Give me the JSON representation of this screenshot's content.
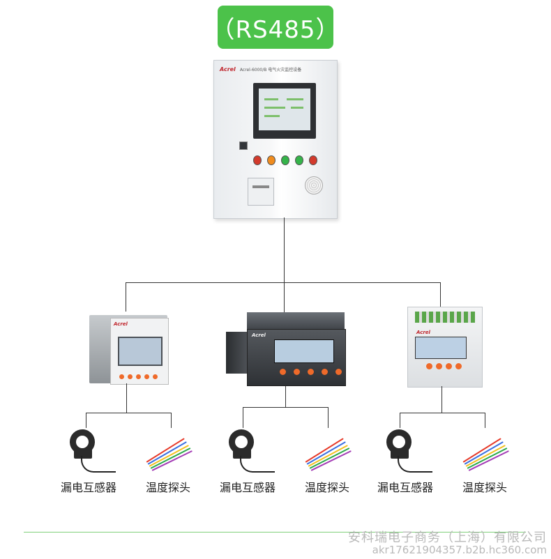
{
  "badge": {
    "label": "（RS485）",
    "color": "#4cc24a"
  },
  "cabinet": {
    "brand": "Acrel",
    "model": "Acrel-6000/B 电气火灾监控设备"
  },
  "devices": [
    {
      "brand": "Acrel"
    },
    {
      "brand": "Acrel"
    },
    {
      "brand": "Acrel"
    }
  ],
  "sensor_groups": [
    {
      "ct_label": "漏电互感器",
      "probe_label": "温度探头"
    },
    {
      "ct_label": "漏电互感器",
      "probe_label": "温度探头"
    },
    {
      "ct_label": "漏电互感器",
      "probe_label": "温度探头"
    }
  ],
  "watermark": {
    "line1": "安科瑞电子商务（上海）有限公司",
    "line2": "akr17621904357.b2b.hc360.com"
  }
}
